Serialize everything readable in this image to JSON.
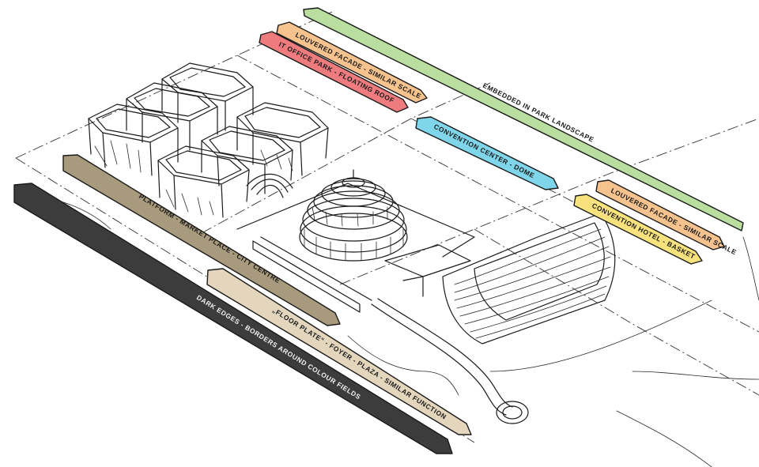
{
  "diagram": {
    "bands": [
      {
        "id": "embedded-park",
        "label": "EMBEDDED IN PARK LANDSCAPE",
        "color": "#b9dea0",
        "light": false
      },
      {
        "id": "louvered-top",
        "label": "LOUVERED FACADE - SIMILAR SCALE",
        "color": "#f6c38f",
        "light": false
      },
      {
        "id": "it-office",
        "label": "IT OFFICE PARK - FLOATING ROOF",
        "color": "#ee7b7e",
        "light": false
      },
      {
        "id": "convention-center",
        "label": "CONVENTION CENTER - DOME",
        "color": "#7fd6ea",
        "light": false
      },
      {
        "id": "louvered-right",
        "label": "LOUVERED FACADE - SIMILAR SCALE",
        "color": "#f6c38f",
        "light": false
      },
      {
        "id": "convention-hotel",
        "label": "CONVENTION HOTEL - BASKET",
        "color": "#f8e27e",
        "light": false
      },
      {
        "id": "platform",
        "label": "PLATFORM - MARKET PLACE - CITY CENTRE",
        "color": "#a89a7c",
        "light": false
      },
      {
        "id": "floor-plate",
        "label": "„FLOOR PLATE“ - FOYER - PLAZA - SIMILAR FUNCTION",
        "color": "#e3d6bd",
        "light": false
      },
      {
        "id": "dark-edges",
        "label": "DARK EDGES - BORDERS AROUND COLOUR FIELDS",
        "color": "#3c3c3c",
        "light": true
      }
    ]
  }
}
